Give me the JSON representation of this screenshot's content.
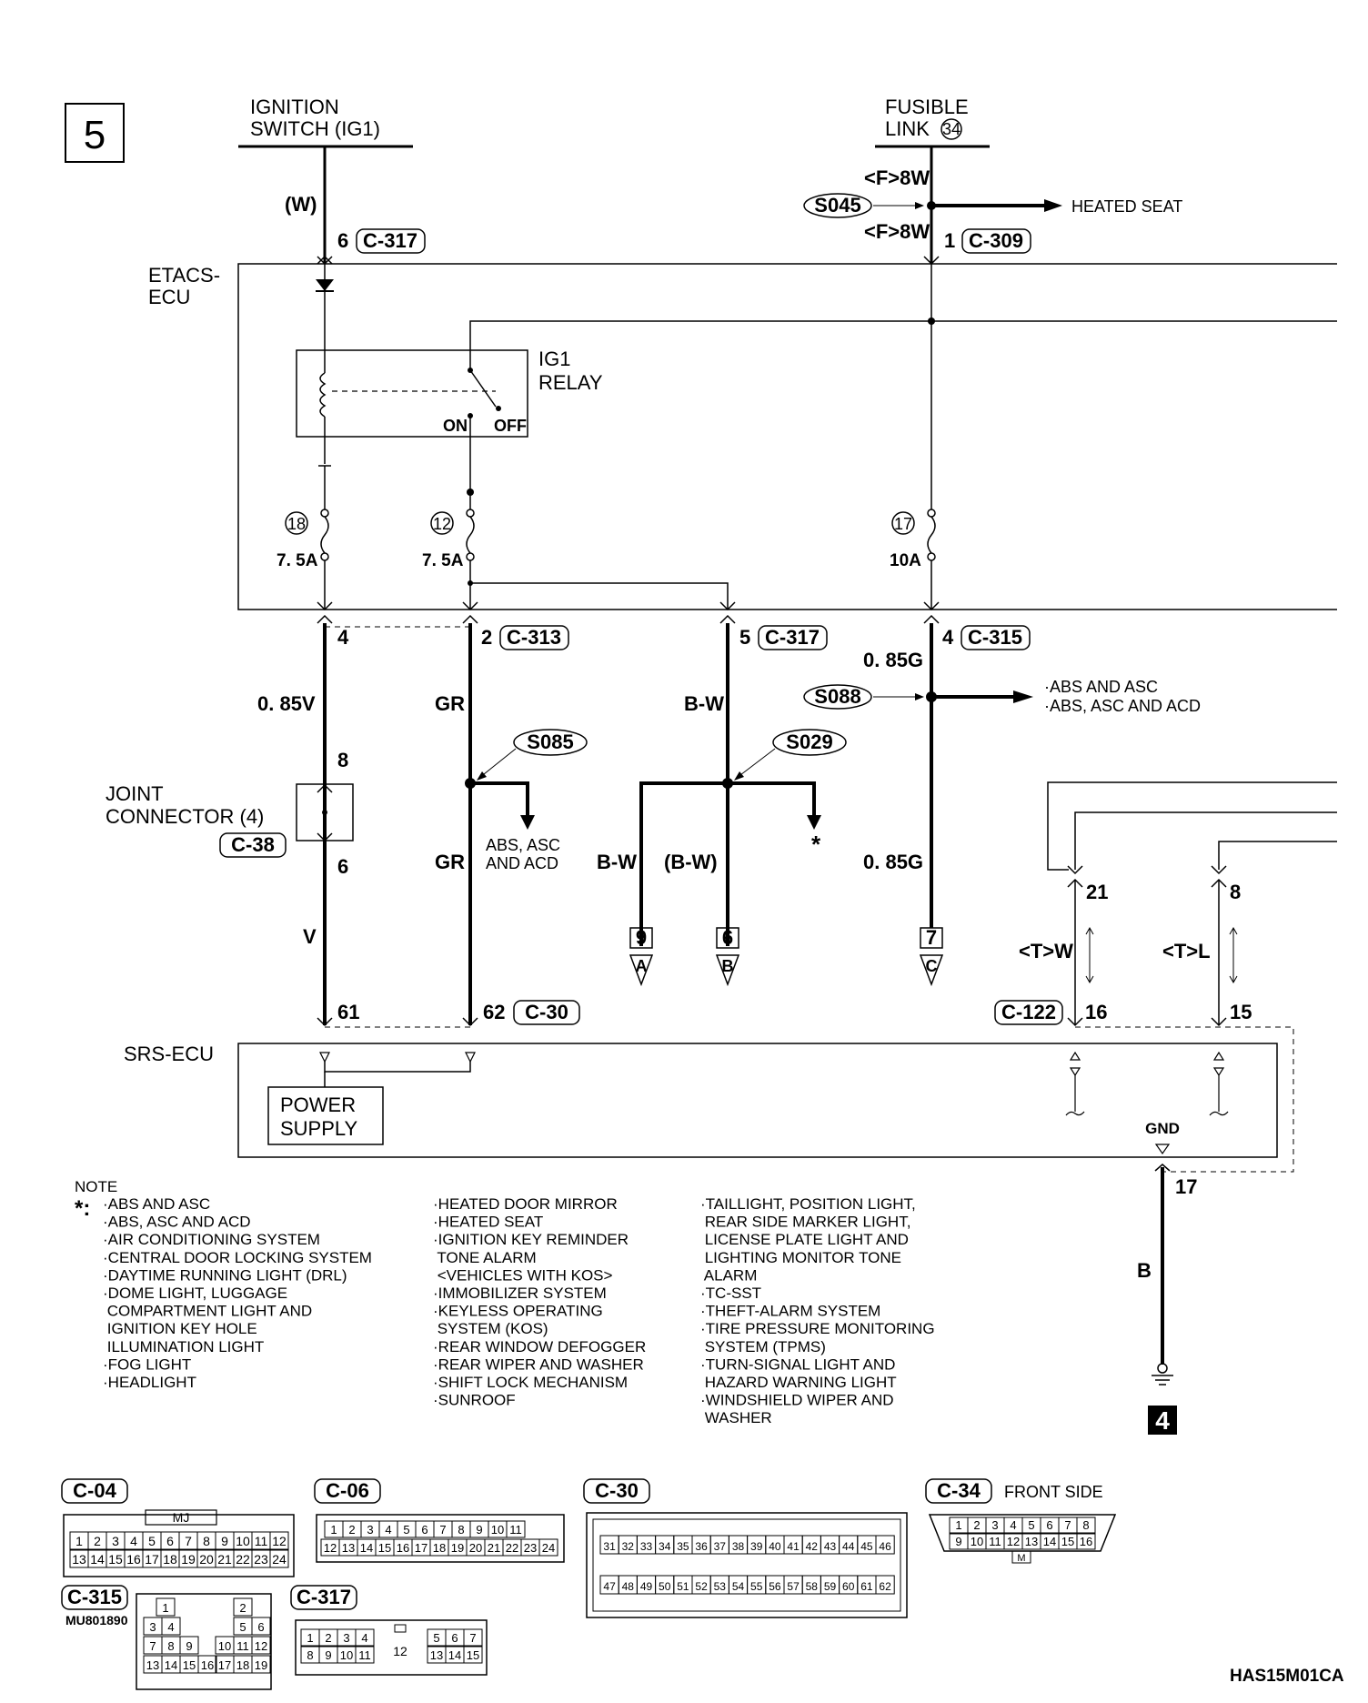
{
  "page_number": "5",
  "ignition_switch": [
    "IGNITION",
    "SWITCH (IG1)"
  ],
  "fusible_link": [
    "FUSIBLE",
    "LINK"
  ],
  "fusible_link_no": "34",
  "etacs_ecu": [
    "ETACS-",
    "ECU"
  ],
  "ig1_relay": [
    "IG1",
    "RELAY"
  ],
  "relay_on": "ON",
  "relay_off": "OFF",
  "srs_ecu": "SRS-ECU",
  "power_supply": [
    "POWER",
    "SUPPLY"
  ],
  "joint_connector": [
    "JOINT",
    "CONNECTOR (4)"
  ],
  "gnd": "GND",
  "heated_seat": "HEATED SEAT",
  "abs_asc_branch": [
    "·ABS AND ASC",
    "·ABS, ASC AND ACD"
  ],
  "abs_asc_acd": [
    "ABS, ASC",
    "AND ACD"
  ],
  "asterisk": "*",
  "fuses": [
    {
      "no": "18",
      "rating": "7. 5A"
    },
    {
      "no": "12",
      "rating": "7. 5A"
    },
    {
      "no": "17",
      "rating": "10A"
    }
  ],
  "splices": [
    "S045",
    "S088",
    "S085",
    "S029"
  ],
  "connectors": {
    "c317": "C-317",
    "c309": "C-309",
    "c313": "C-313",
    "c315": "C-315",
    "c38": "C-38",
    "c30": "C-30",
    "c122": "C-122"
  },
  "wire_codes": {
    "w": "(W)",
    "f8w": "<F>8W",
    "v085": "0. 85V",
    "gr": "GR",
    "bw": "B-W",
    "bw_paren": "(B-W)",
    "g085": "0. 85G",
    "v": "V",
    "tw": "<T>W",
    "tl": "<T>L",
    "b": "B"
  },
  "pins": {
    "p6": "6",
    "p1": "1",
    "p4": "4",
    "p2": "2",
    "p5": "5",
    "p4b": "4",
    "p8": "8",
    "p6b": "6",
    "p61": "61",
    "p62": "62",
    "p21": "21",
    "p8b": "8",
    "p16": "16",
    "p15": "15",
    "p17": "17"
  },
  "offpage": [
    {
      "pin": "9",
      "letter": "A"
    },
    {
      "pin": "6",
      "letter": "B"
    },
    {
      "pin": "7",
      "letter": "C"
    }
  ],
  "ground_page": "4",
  "note": {
    "title": "NOTE",
    "mark": "*:",
    "col1": [
      "·ABS AND ASC",
      "·ABS, ASC AND ACD",
      "·AIR CONDITIONING SYSTEM",
      "·CENTRAL DOOR LOCKING SYSTEM",
      "·DAYTIME RUNNING LIGHT (DRL)",
      "·DOME LIGHT, LUGGAGE",
      " COMPARTMENT LIGHT AND",
      " IGNITION KEY HOLE",
      " ILLUMINATION LIGHT",
      "·FOG LIGHT",
      "·HEADLIGHT"
    ],
    "col2": [
      "·HEATED DOOR MIRROR",
      "·HEATED SEAT",
      "·IGNITION KEY REMINDER",
      " TONE ALARM",
      " <VEHICLES WITH KOS>",
      "·IMMOBILIZER SYSTEM",
      "·KEYLESS OPERATING",
      " SYSTEM (KOS)",
      "·REAR WINDOW DEFOGGER",
      "·REAR WIPER AND WASHER",
      "·SHIFT LOCK MECHANISM",
      "·SUNROOF"
    ],
    "col3": [
      "·TAILLIGHT, POSITION LIGHT,",
      " REAR SIDE MARKER LIGHT,",
      " LICENSE PLATE LIGHT AND",
      " LIGHTING MONITOR TONE",
      " ALARM",
      "·TC-SST",
      "·THEFT-ALARM SYSTEM",
      "·TIRE PRESSURE MONITORING",
      " SYSTEM (TPMS)",
      "·TURN-SIGNAL LIGHT AND",
      " HAZARD WARNING LIGHT",
      "·WINDSHIELD WIPER AND",
      " WASHER"
    ]
  },
  "connector_views": {
    "c04": {
      "label": "C-04",
      "mark": "MJ",
      "row1": [
        "1",
        "2",
        "3",
        "4",
        "5",
        "6",
        "7",
        "8",
        "9",
        "10",
        "11",
        "12"
      ],
      "row2": [
        "13",
        "14",
        "15",
        "16",
        "17",
        "18",
        "19",
        "20",
        "21",
        "22",
        "23",
        "24"
      ]
    },
    "c06": {
      "label": "C-06",
      "row1": [
        "1",
        "2",
        "3",
        "4",
        "5",
        "6",
        "7",
        "8",
        "9",
        "10",
        "11"
      ],
      "row2": [
        "12",
        "13",
        "14",
        "15",
        "16",
        "17",
        "18",
        "19",
        "20",
        "21",
        "22",
        "23",
        "24"
      ]
    },
    "c30": {
      "label": "C-30",
      "row1": [
        "31",
        "32",
        "33",
        "34",
        "35",
        "36",
        "37",
        "38",
        "39",
        "40",
        "41",
        "42",
        "43",
        "44",
        "45",
        "46"
      ],
      "row2": [
        "47",
        "48",
        "49",
        "50",
        "51",
        "52",
        "53",
        "54",
        "55",
        "56",
        "57",
        "58",
        "59",
        "60",
        "61",
        "62"
      ]
    },
    "c34": {
      "label": "C-34",
      "side": "FRONT SIDE",
      "mark": "M",
      "row1": [
        "1",
        "2",
        "3",
        "4",
        "5",
        "6",
        "7",
        "8"
      ],
      "row2": [
        "9",
        "10",
        "11",
        "12",
        "13",
        "14",
        "15",
        "16"
      ]
    },
    "c315": {
      "label": "C-315",
      "part": "MU801890",
      "pins": [
        "1",
        "2",
        "3",
        "4",
        "5",
        "6",
        "7",
        "8",
        "9",
        "10",
        "11",
        "12",
        "13",
        "14",
        "15",
        "16",
        "17",
        "18",
        "19"
      ]
    },
    "c317": {
      "label": "C-317",
      "pins_left1": [
        "1",
        "2",
        "3",
        "4"
      ],
      "pins_left2": [
        "8",
        "9",
        "10",
        "11"
      ],
      "pin_mid": "12",
      "pins_right1": [
        "5",
        "6",
        "7"
      ],
      "pins_right2": [
        "13",
        "14",
        "15"
      ]
    }
  },
  "drawing_code": "HAS15M01CA"
}
